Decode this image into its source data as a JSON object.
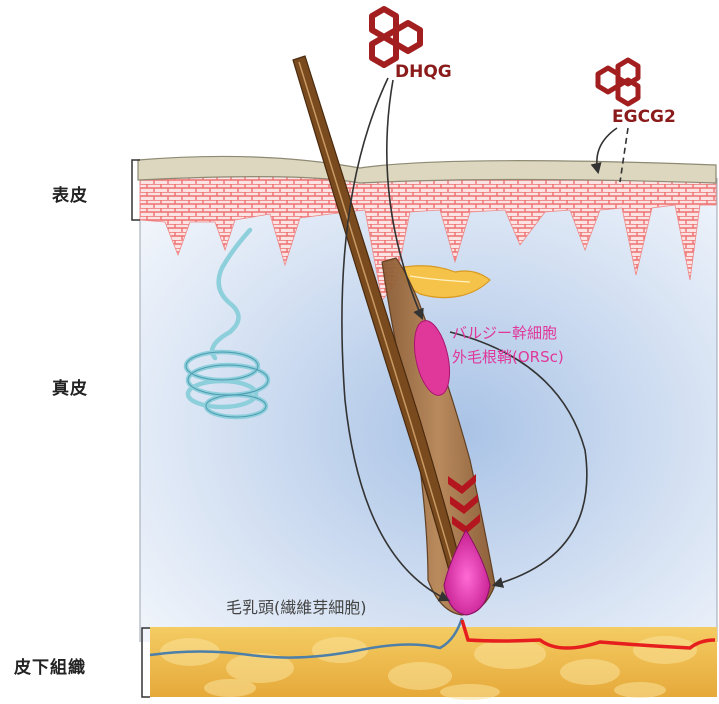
{
  "layers": {
    "epidermis": "表皮",
    "dermis": "真皮",
    "subcutis": "皮下組織"
  },
  "molecules": {
    "dhqg": "DHQG",
    "egcg2": "EGCG2"
  },
  "cells": {
    "bulge_line1": "バルジー幹細胞",
    "bulge_line2": "外毛根鞘(ORSc)",
    "dermal_papilla": "毛乳頭(繊維芽細胞)"
  },
  "colors": {
    "molecule": "#8b1a1a",
    "stem_cell": "#e0379a",
    "epidermis_brick": "#f08a8a",
    "fat": "#f2c14e",
    "vessel": "#e61e1e",
    "nerve": "#4a90b8",
    "gland": "#8ecfdc"
  }
}
